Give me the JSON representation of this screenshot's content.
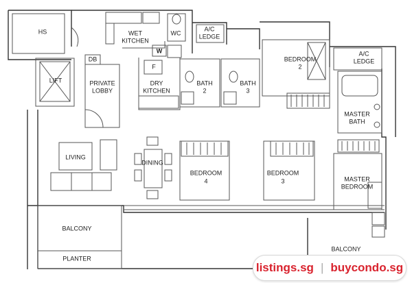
{
  "rooms": {
    "hs": "HS",
    "wet_kitchen_1": "WET",
    "wet_kitchen_2": "KITCHEN",
    "wc": "WC",
    "ac_ledge_top_1": "A/C",
    "ac_ledge_top_2": "LEDGE",
    "w": "W",
    "db": "DB",
    "f": "F",
    "lift": "LIFT",
    "private_lobby_1": "PRIVATE",
    "private_lobby_2": "LOBBY",
    "dry_kitchen_1": "DRY",
    "dry_kitchen_2": "KITCHEN",
    "bath2_1": "BATH",
    "bath2_2": "2",
    "bath3_1": "BATH",
    "bath3_2": "3",
    "bedroom2_1": "BEDROOM",
    "bedroom2_2": "2",
    "ac_ledge_right_1": "A/C",
    "ac_ledge_right_2": "LEDGE",
    "master_bath_1": "MASTER",
    "master_bath_2": "BATH",
    "living": "LIVING",
    "dining": "DINING",
    "bedroom4_1": "BEDROOM",
    "bedroom4_2": "4",
    "bedroom3_1": "BEDROOM",
    "bedroom3_2": "3",
    "master_bedroom_1": "MASTER",
    "master_bedroom_2": "BEDROOM",
    "balcony_left": "BALCONY",
    "planter": "PLANTER",
    "balcony_right": "BALCONY"
  },
  "watermark": {
    "site1": "listings.sg",
    "separator": "|",
    "site2": "buycondo.sg"
  }
}
